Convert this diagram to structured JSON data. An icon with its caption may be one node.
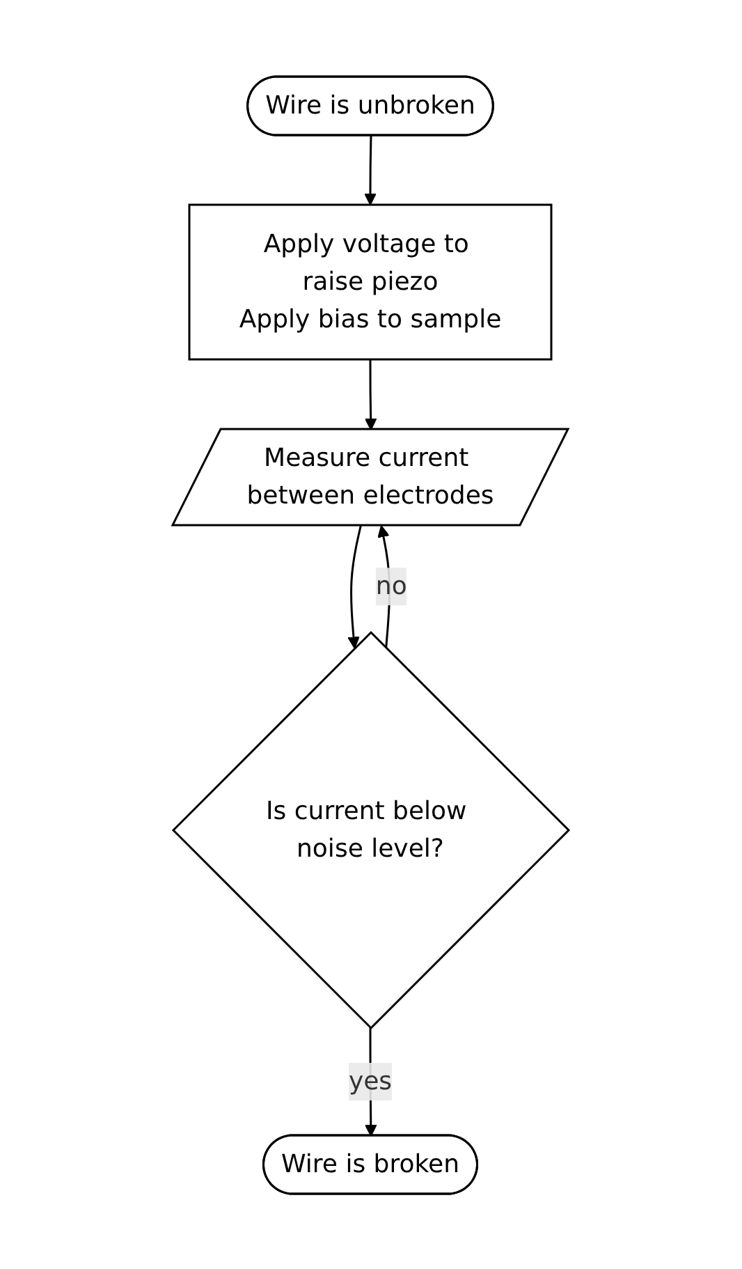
{
  "diagram": {
    "nodes": [
      {
        "text": [
          "Wire is unbroken"
        ]
      },
      {
        "text": [
          "Apply voltage to raise piezo",
          "Apply bias to sample"
        ]
      },
      {
        "text": [
          "Measure current between electrodes"
        ]
      },
      {
        "text": [
          "Is current below noise level?"
        ]
      },
      {
        "text": [
          "Wire is broken"
        ]
      }
    ],
    "edges": [
      {
        "from": 0,
        "to": 1,
        "arrow": "to"
      },
      {
        "from": 1,
        "to": 2,
        "arrow": "to"
      },
      {
        "from": 2,
        "to": 3,
        "arrow": "to"
      },
      {
        "from": 3,
        "to": 2,
        "arrow": "to",
        "label": "no"
      },
      {
        "from": 3,
        "to": 4,
        "arrow": "to",
        "label": "yes"
      }
    ]
  }
}
